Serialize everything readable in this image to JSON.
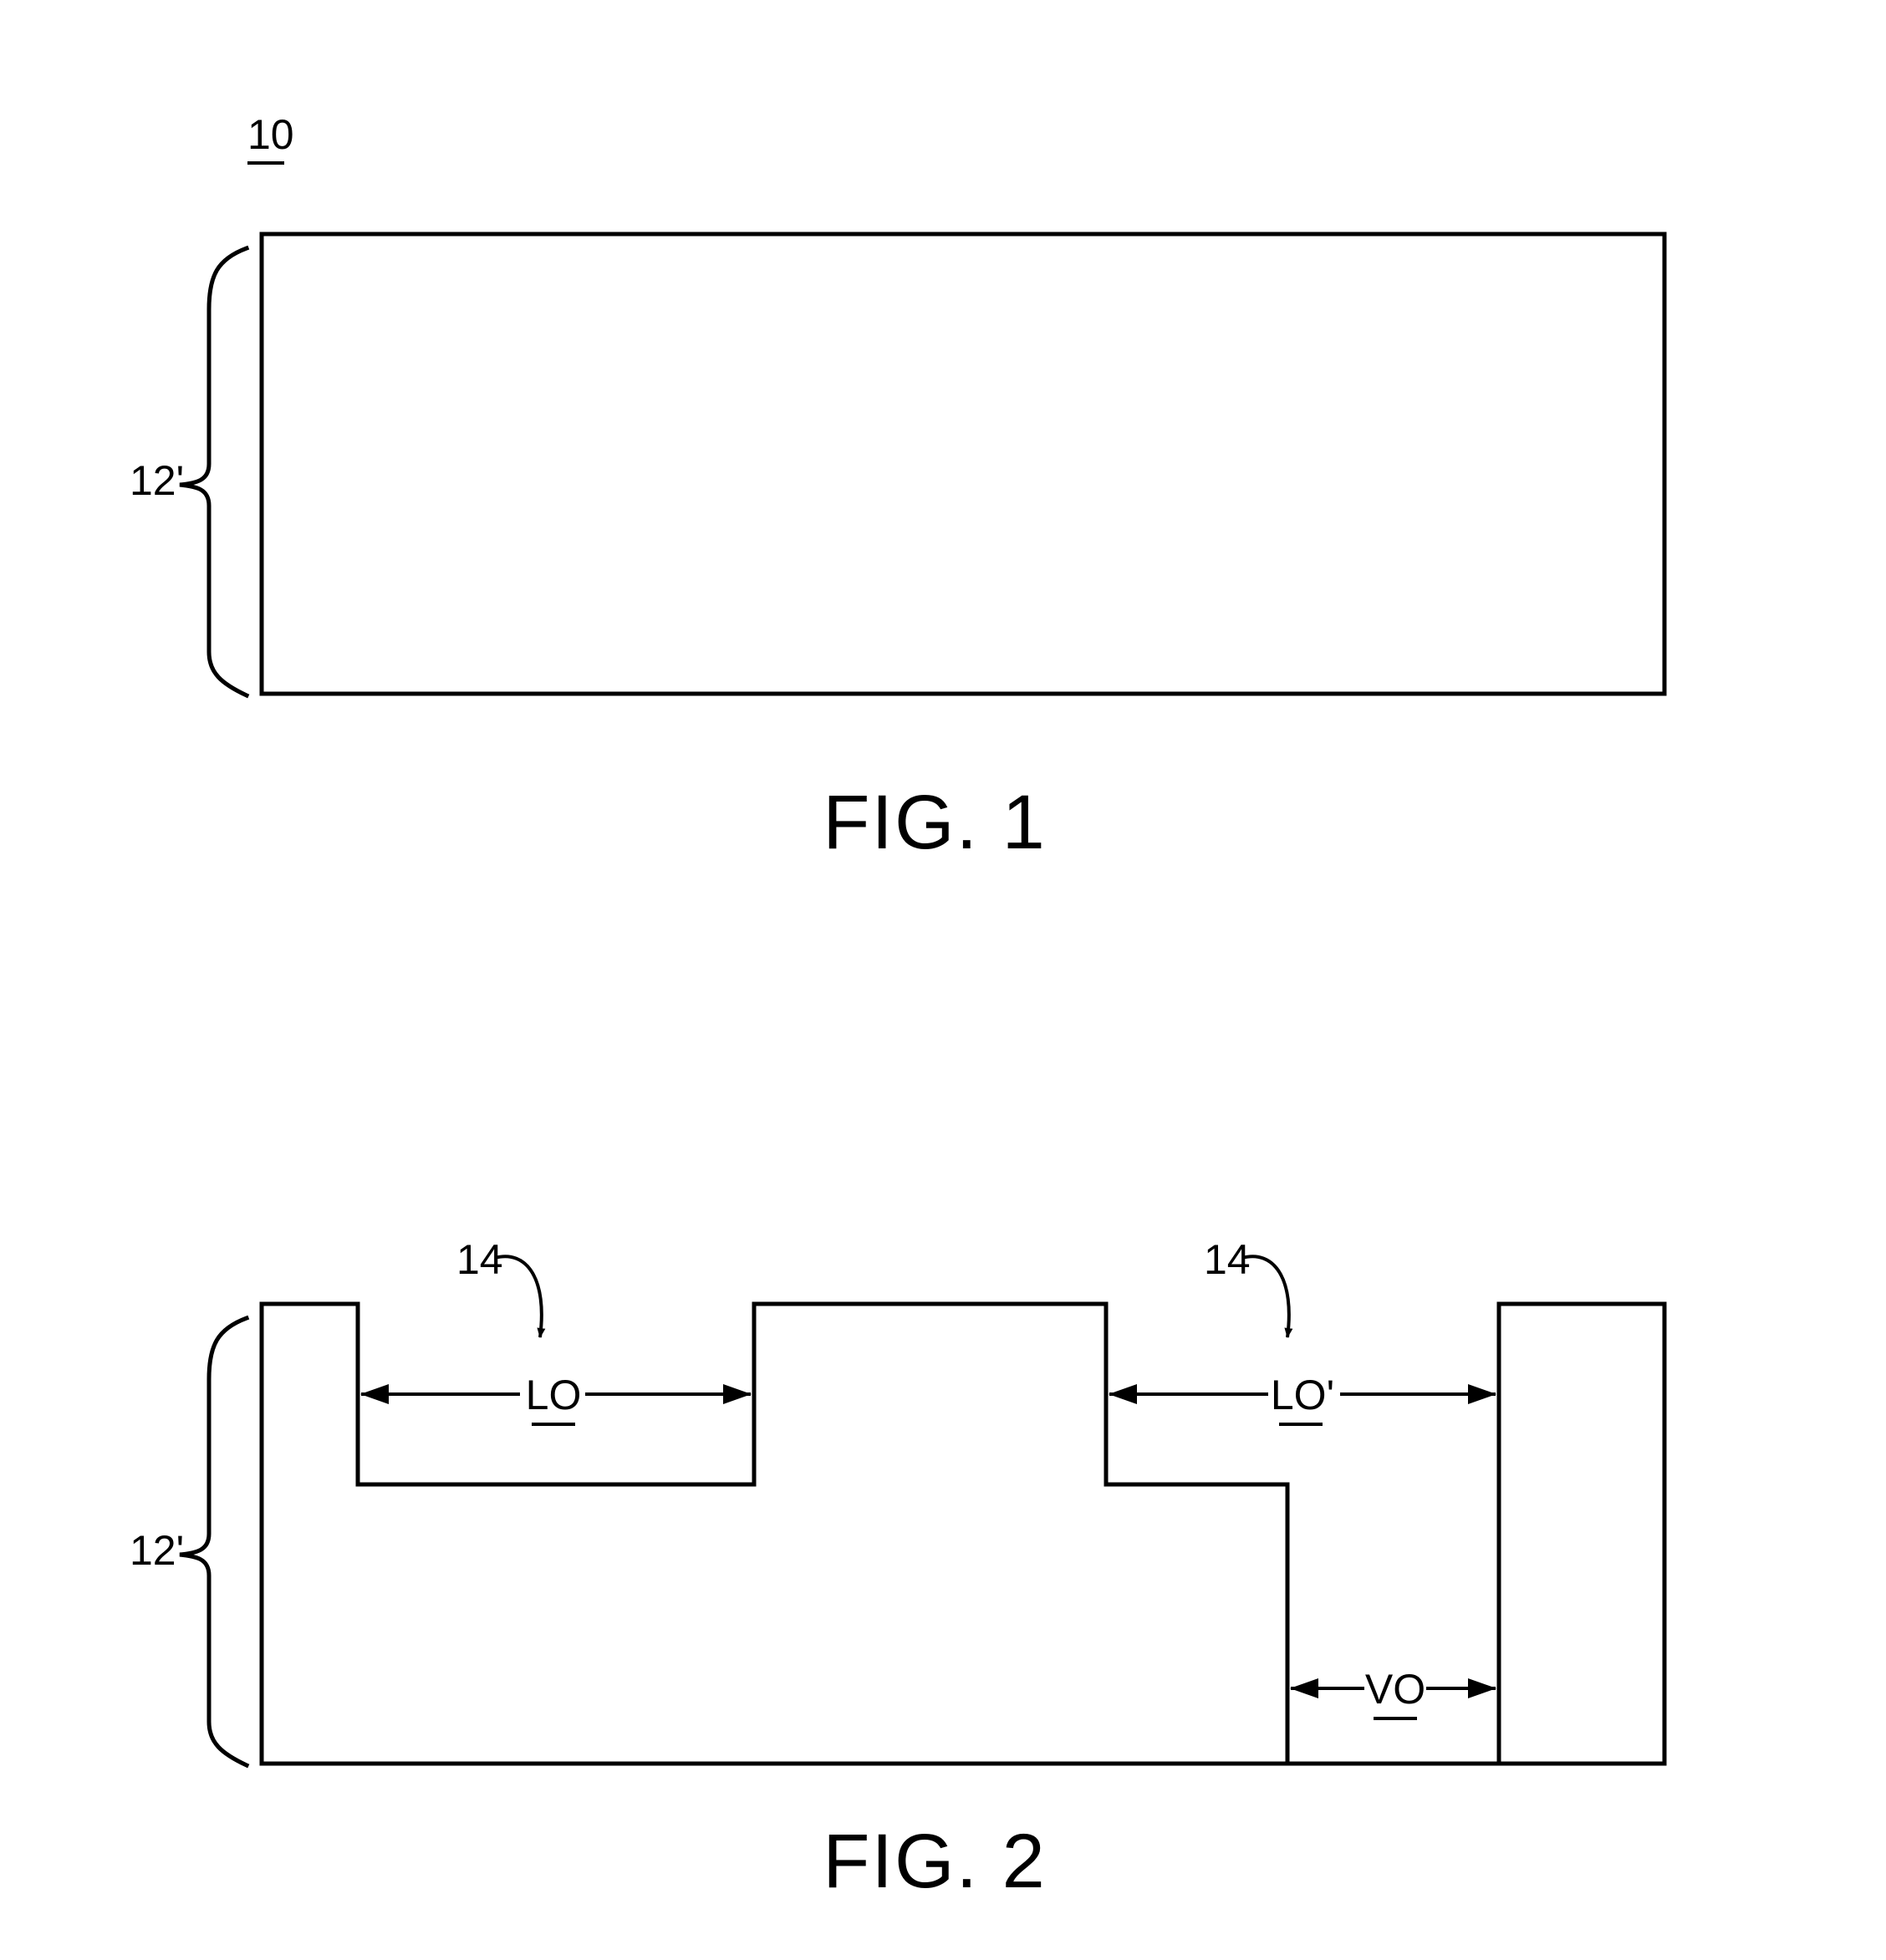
{
  "figure1": {
    "reference_numeral": "10",
    "layer_label": "12'",
    "caption": "FIG. 1"
  },
  "figure2": {
    "layer_label": "12'",
    "opening_label_left": "14",
    "opening_label_right": "14",
    "dimension_lo": "LO",
    "dimension_lo_prime": "LO'",
    "dimension_vo": "VO",
    "caption": "FIG. 2"
  }
}
